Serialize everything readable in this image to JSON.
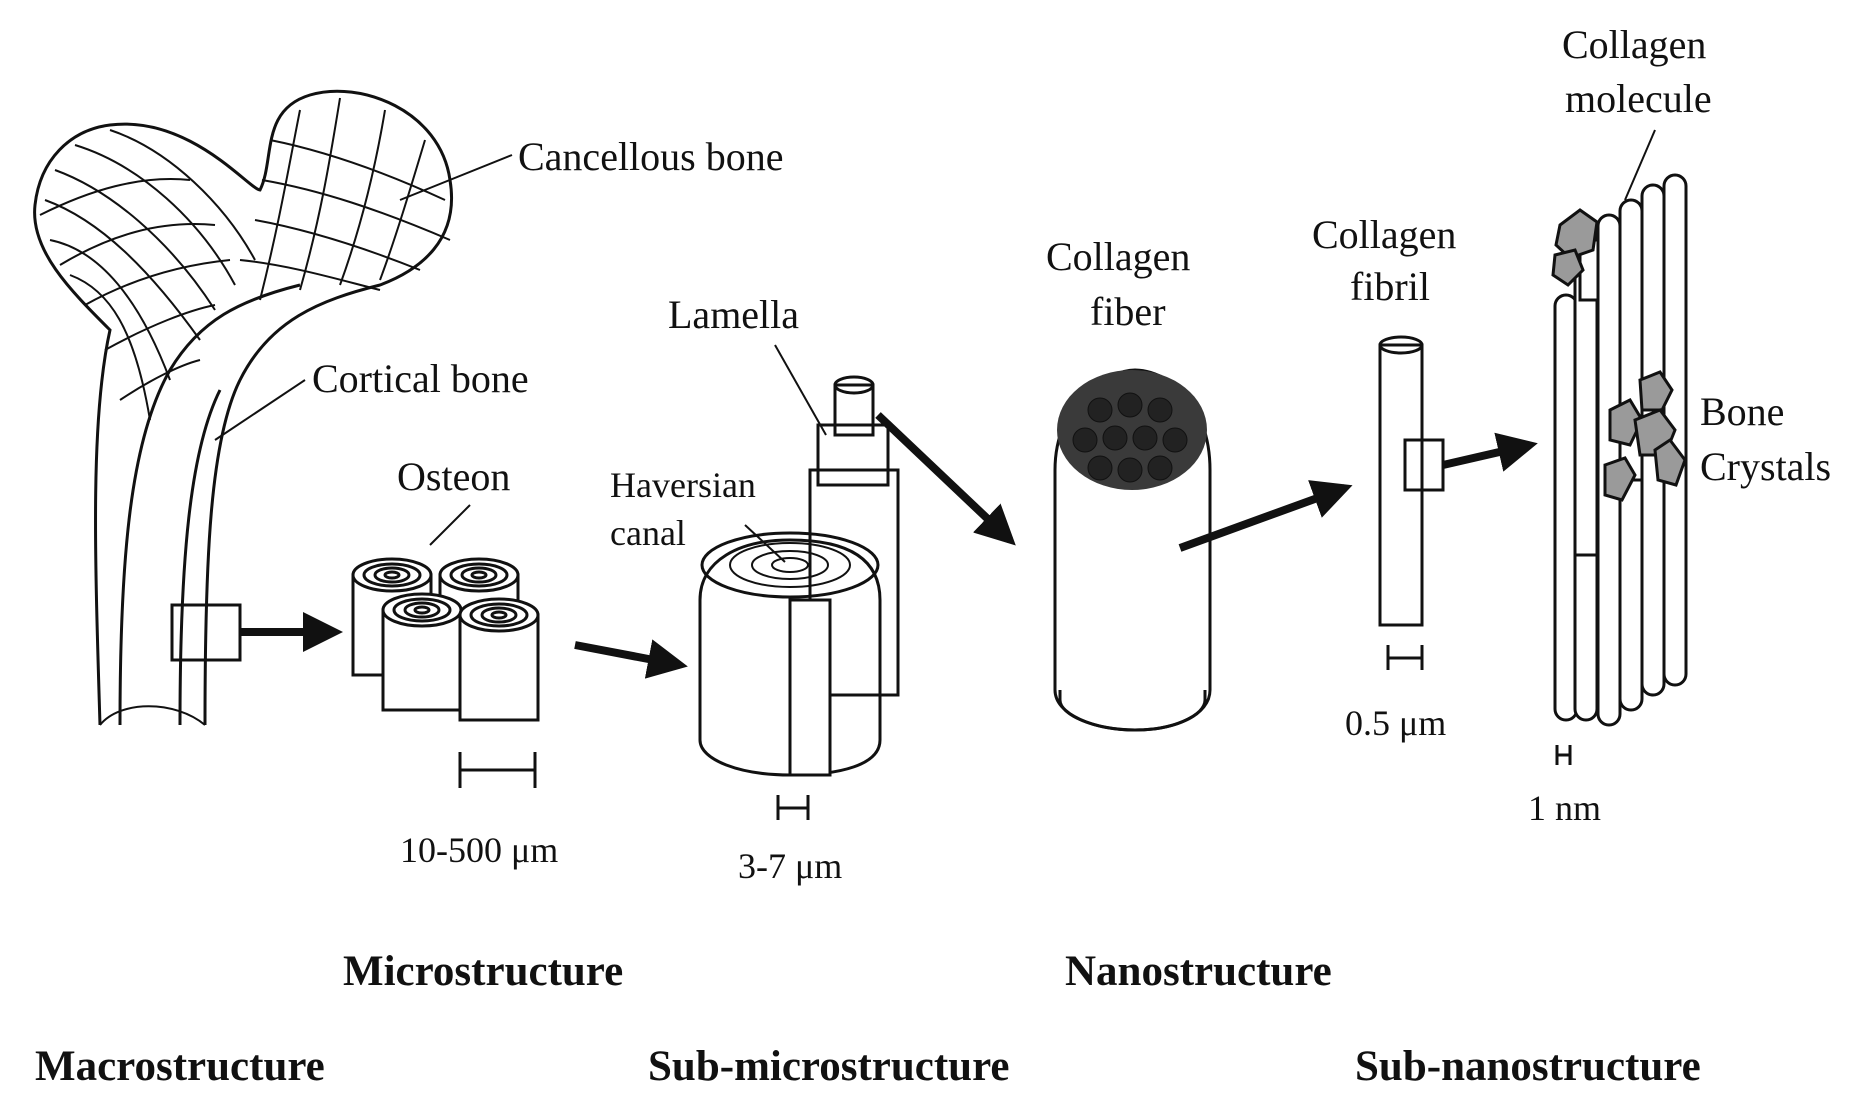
{
  "diagram": {
    "labels": {
      "cancellous_bone": "Cancellous bone",
      "cortical_bone": "Cortical bone",
      "osteon": "Osteon",
      "lamella": "Lamella",
      "haversian_canal_line1": "Haversian",
      "haversian_canal_line2": "canal",
      "collagen_fiber_line1": "Collagen",
      "collagen_fiber_line2": "fiber",
      "collagen_fibril_line1": "Collagen",
      "collagen_fibril_line2": "fibril",
      "collagen_molecule_line1": "Collagen",
      "collagen_molecule_line2": "molecule",
      "bone_crystals_line1": "Bone",
      "bone_crystals_line2": "Crystals"
    },
    "scales": {
      "osteon": "10-500 μm",
      "lamella": "3-7 μm",
      "fibril": "0.5 μm",
      "molecule": "1 nm"
    },
    "levels": {
      "macro": "Macrostructure",
      "micro": "Microstructure",
      "submicro": "Sub-microstructure",
      "nano": "Nanostructure",
      "subnano": "Sub-nanostructure"
    },
    "colors": {
      "ink": "#111111",
      "dark_fill": "#3a3a3a",
      "mid_fill": "#8a8a8a",
      "crystal_fill": "#9a9a9a"
    }
  }
}
